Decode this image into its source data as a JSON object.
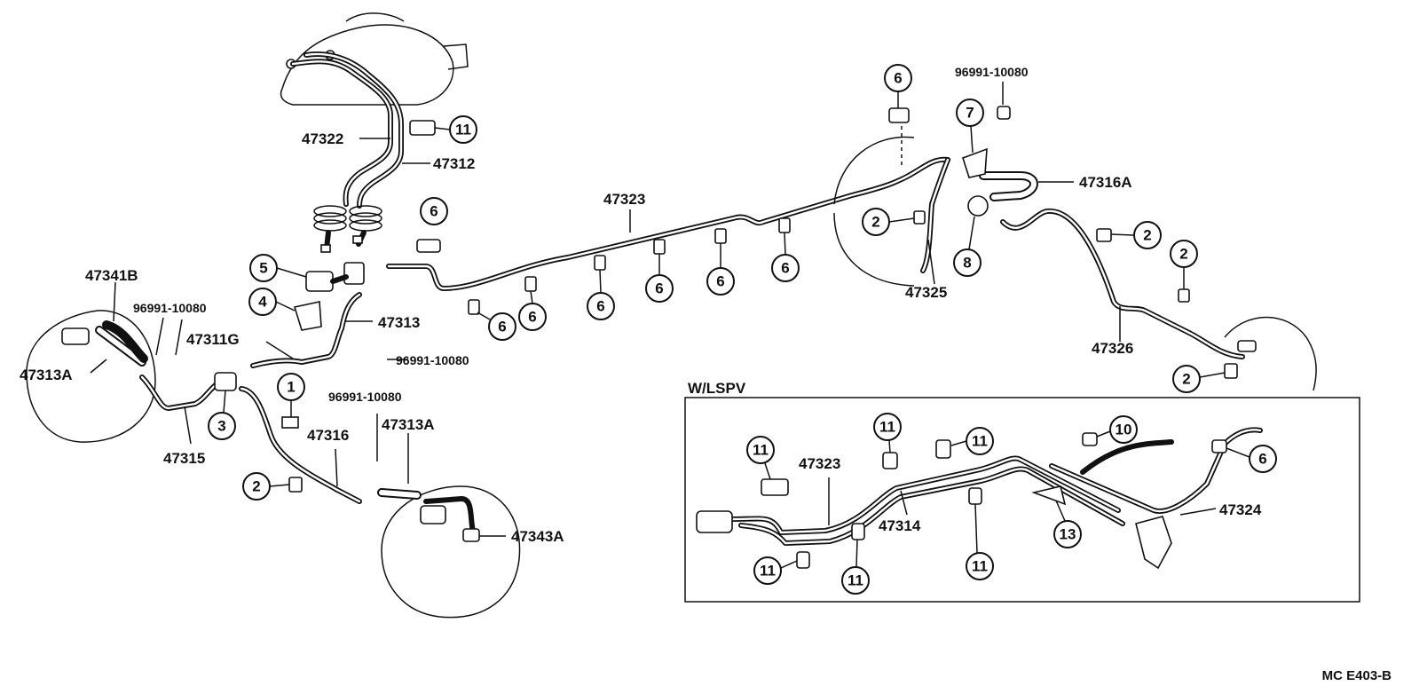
{
  "diagram": {
    "code": "MC  E403-B",
    "lspv_box_label": "W/LSPV",
    "part_numbers": {
      "p47322": "47322",
      "p47312": "47312",
      "p47323": "47323",
      "p47341B": "47341B",
      "p96991_a": "96991-10080",
      "p47313A_left": "47313A",
      "p47311G": "47311G",
      "p47313": "47313",
      "p96991_b": "96991-10080",
      "p96991_c": "96991-10080",
      "p47313A_mid": "47313A",
      "p47315": "47315",
      "p47316": "47316",
      "p47343A": "47343A",
      "p96991_d": "96991-10080",
      "p47316A": "47316A",
      "p47325": "47325",
      "p47326": "47326",
      "p47323_box": "47323",
      "p47314": "47314",
      "p47324": "47324"
    },
    "callouts": [
      "1",
      "2",
      "3",
      "4",
      "5",
      "6",
      "7",
      "8",
      "10",
      "11",
      "13"
    ]
  }
}
